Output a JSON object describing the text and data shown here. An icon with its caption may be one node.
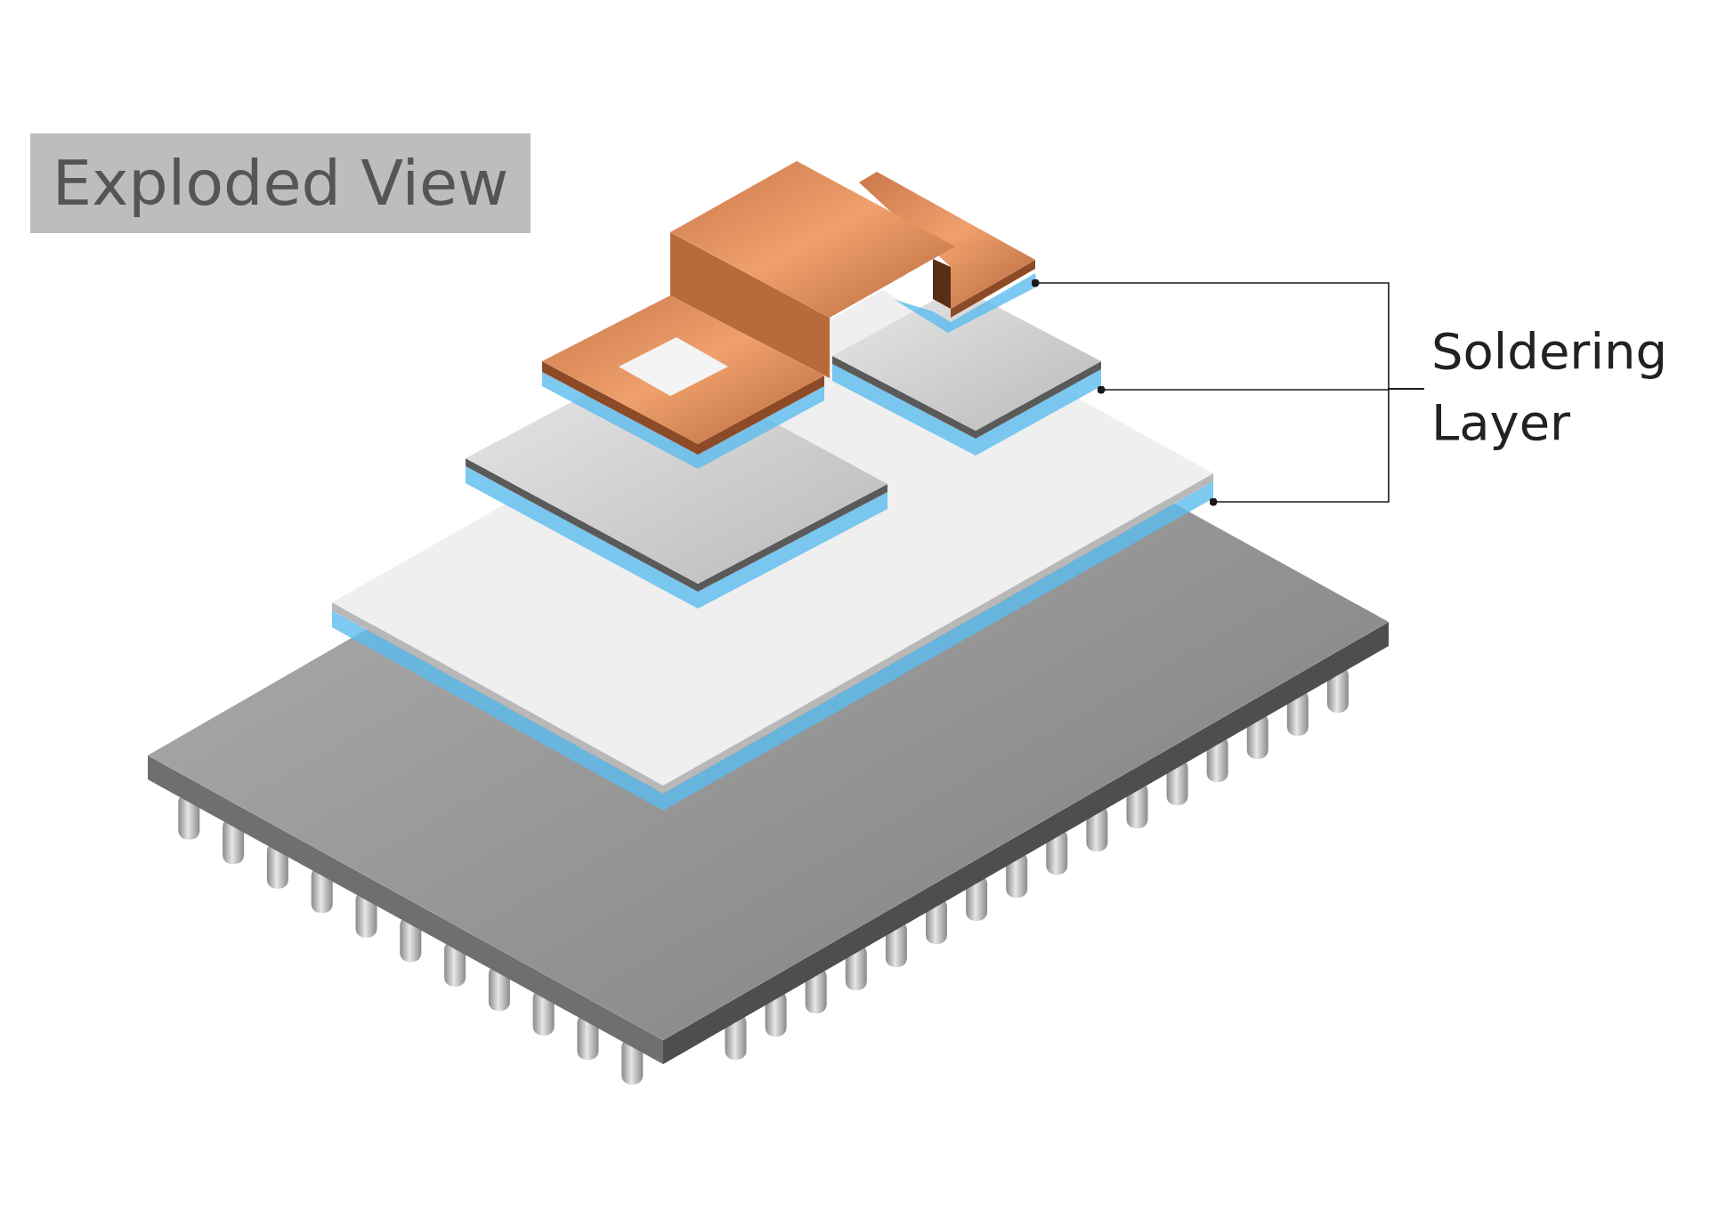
{
  "diagram": {
    "title": "Exploded View",
    "nodes": [
      {
        "text": [
          "Soldering Layer"
        ]
      },
      {
        "text": [],
        "shape": "diamond"
      },
      {
        "text": [],
        "shape": "diamond"
      },
      {
        "text": [],
        "shape": "diamond"
      },
      {
        "text": [],
        "shape": "diamond"
      },
      {
        "text": [],
        "shape": "diamond"
      }
    ],
    "edges": [
      {
        "from": 0,
        "to": 1,
        "arrow": "other"
      },
      {
        "from": 0,
        "to": 3,
        "arrow": "other"
      },
      {
        "from": 0,
        "to": 5,
        "arrow": "other"
      }
    ]
  }
}
